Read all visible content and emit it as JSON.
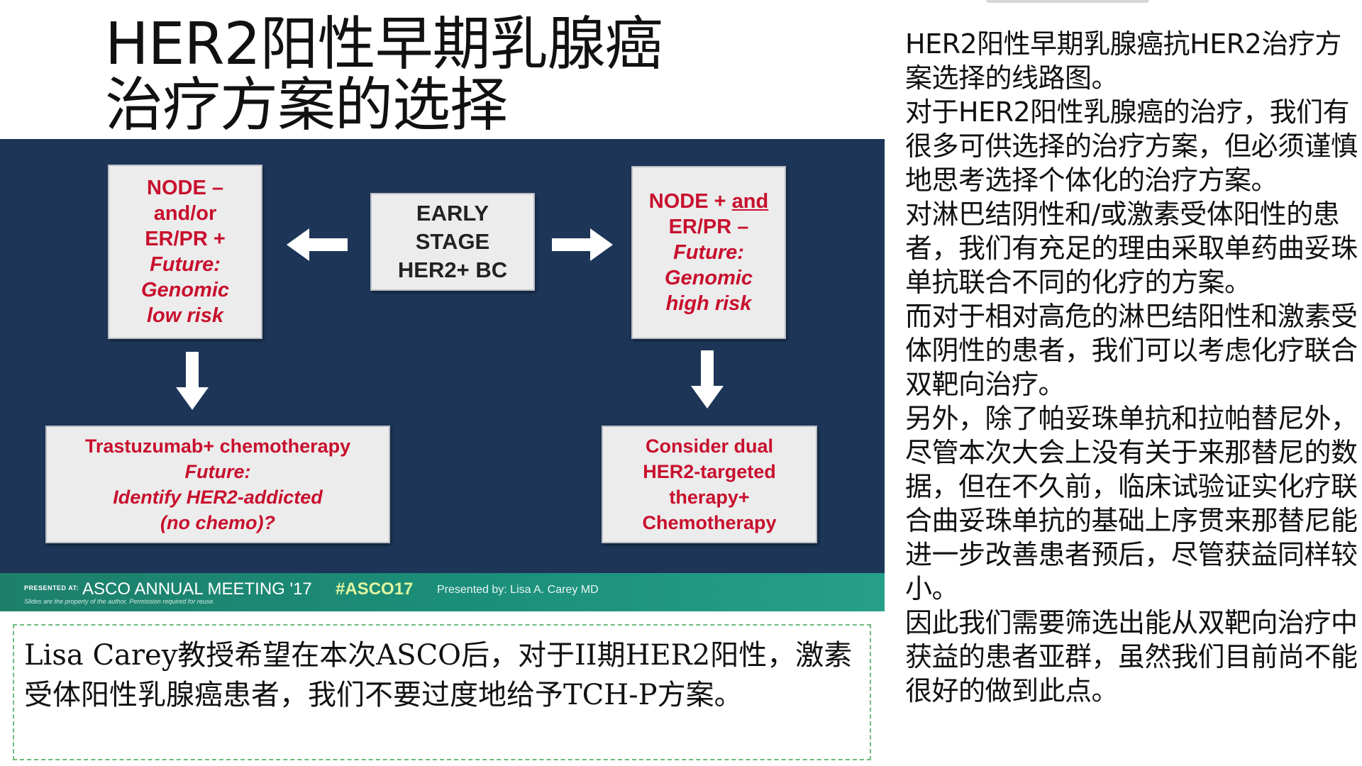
{
  "page": {
    "title_line1": "HER2阳性早期乳腺癌",
    "title_line2": "治疗方案的选择"
  },
  "slide": {
    "left_box": {
      "line1": "NODE –",
      "line2": "and/or",
      "line3": "ER/PR +",
      "line4": "Future:",
      "line5": "Genomic",
      "line6": "low risk"
    },
    "center_box": {
      "line1": "EARLY",
      "line2": "STAGE",
      "line3": "HER2+ BC"
    },
    "right_box": {
      "line1_a": "NODE + ",
      "line1_b": "and",
      "line2": "ER/PR –",
      "line3": "Future:",
      "line4": "Genomic",
      "line5": "high risk"
    },
    "bottom_left_box": {
      "line1": "Trastuzumab+ chemotherapy",
      "line2": "Future:",
      "line3": "Identify HER2-addicted",
      "line4": "(no chemo)?"
    },
    "bottom_right_box": {
      "line1": "Consider dual",
      "line2": "HER2-targeted",
      "line3": "therapy+",
      "line4": "Chemotherapy"
    },
    "footer": {
      "presented_at": "PRESENTED AT:",
      "meeting": "ASCO ANNUAL MEETING '17",
      "hashtag": "#ASCO17",
      "presenter": "Presented by: Lisa A. Carey MD",
      "disclaimer": "Slides are the property of the author. Permission required for reuse."
    },
    "colors": {
      "background": "#1d3557",
      "box_text_red": "#c8102e",
      "footer": "#1b8f7a"
    }
  },
  "caption": {
    "text": "Lisa Carey教授希望在本次ASCO后，对于II期HER2阳性，激素受体阳性乳腺癌患者，我们不要过度地给予TCH-P方案。"
  },
  "right_column": {
    "p1": "HER2阳性早期乳腺癌抗HER2治疗方案选择的线路图。",
    "p2": "对于HER2阳性乳腺癌的治疗，我们有很多可供选择的治疗方案，但必须谨慎地思考选择个体化的治疗方案。",
    "p3": "对淋巴结阴性和/或激素受体阳性的患者，我们有充足的理由采取单药曲妥珠单抗联合不同的化疗的方案。",
    "p4": "而对于相对高危的淋巴结阳性和激素受体阴性的患者，我们可以考虑化疗联合双靶向治疗。",
    "p5": "另外，除了帕妥珠单抗和拉帕替尼外，尽管本次大会上没有关于来那替尼的数据，但在不久前，临床试验证实化疗联合曲妥珠单抗的基础上序贯来那替尼能进一步改善患者预后，尽管获益同样较小。",
    "p6": "因此我们需要筛选出能从双靶向治疗中获益的患者亚群，虽然我们目前尚不能很好的做到此点。"
  }
}
